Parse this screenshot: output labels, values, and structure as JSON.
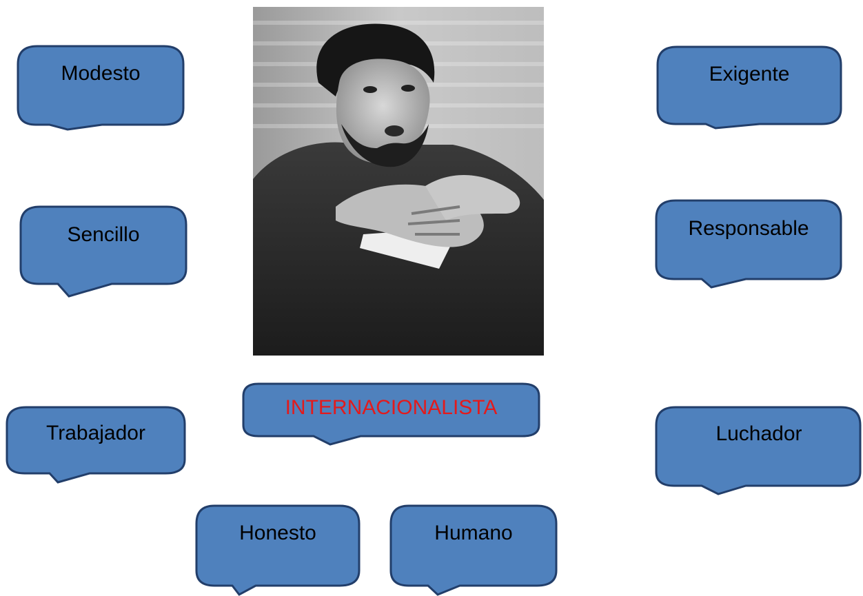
{
  "colors": {
    "bubble_fill": "#4F81BD",
    "bubble_stroke": "#223E6A",
    "text_default": "#000000",
    "text_center": "#E31A1C"
  },
  "photo": {
    "type": "black-and-white portrait photograph of a bearded man gesturing with his hands"
  },
  "bubbles": [
    {
      "id": "modesto",
      "label": "Modesto",
      "color_key": "text_default"
    },
    {
      "id": "sencillo",
      "label": "Sencillo",
      "color_key": "text_default"
    },
    {
      "id": "trabajador",
      "label": "Trabajador",
      "color_key": "text_default"
    },
    {
      "id": "honesto",
      "label": "Honesto",
      "color_key": "text_default"
    },
    {
      "id": "humano",
      "label": "Humano",
      "color_key": "text_default"
    },
    {
      "id": "exigente",
      "label": "Exigente",
      "color_key": "text_default"
    },
    {
      "id": "responsable",
      "label": "Responsable",
      "color_key": "text_default"
    },
    {
      "id": "luchador",
      "label": "Luchador",
      "color_key": "text_default"
    },
    {
      "id": "internacionalista",
      "label": "INTERNACIONALISTA",
      "color_key": "text_center"
    }
  ]
}
